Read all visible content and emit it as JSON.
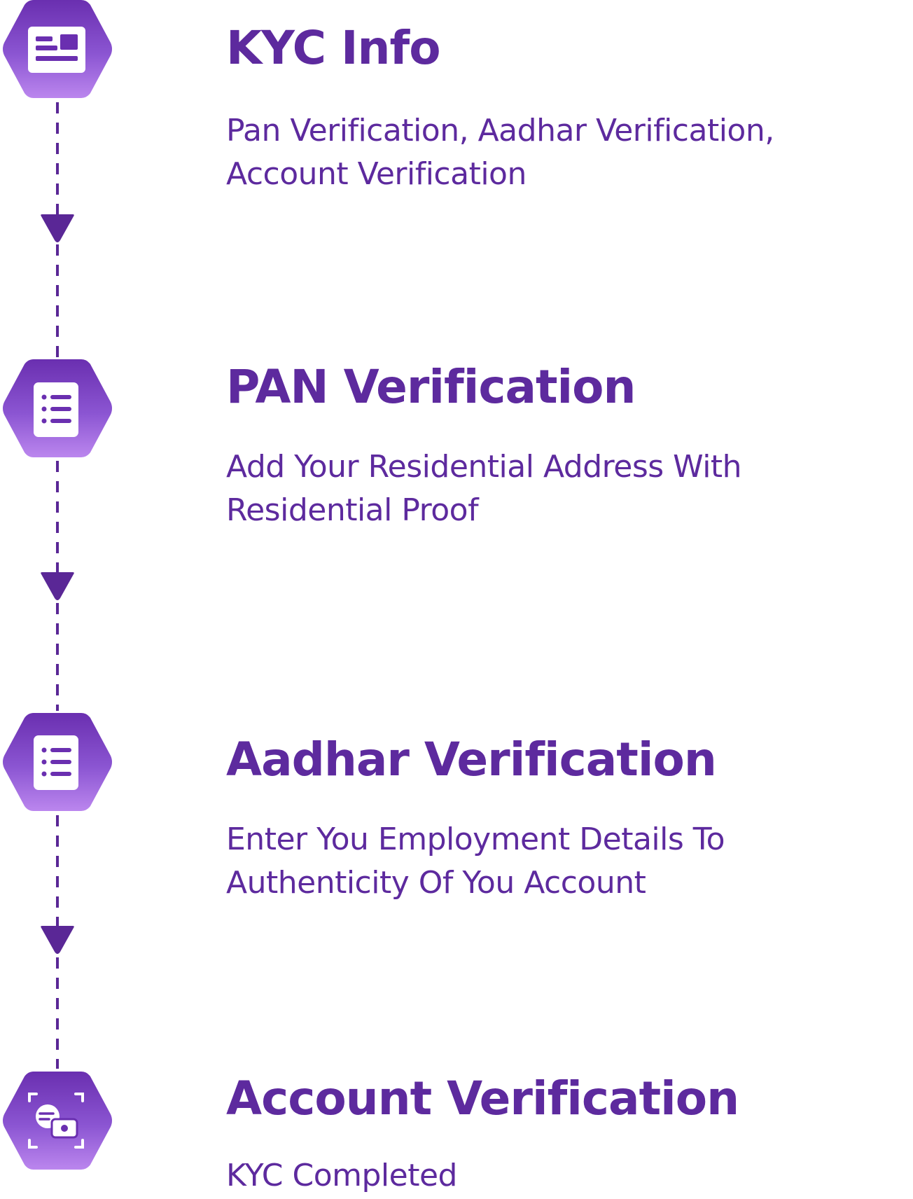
{
  "theme": {
    "text_color": "#5d2a9e",
    "line_color": "#5a2796",
    "hex_top_color": "#6a2fb0",
    "hex_bottom_color": "#bb86ee"
  },
  "steps": [
    {
      "title": "KYC Info",
      "description": "Pan Verification, Aadhar Verification, Account Verification",
      "icon": "id-card-icon"
    },
    {
      "title": "PAN Verification",
      "description": "Add Your Residential Address With Residential Proof",
      "icon": "document-list-icon"
    },
    {
      "title": "Aadhar Verification",
      "description": "Enter You Employment Details To Authenticity Of You Account",
      "icon": "document-list-icon"
    },
    {
      "title": "Account Verification",
      "description": "KYC Completed",
      "icon": "face-scan-icon"
    }
  ]
}
